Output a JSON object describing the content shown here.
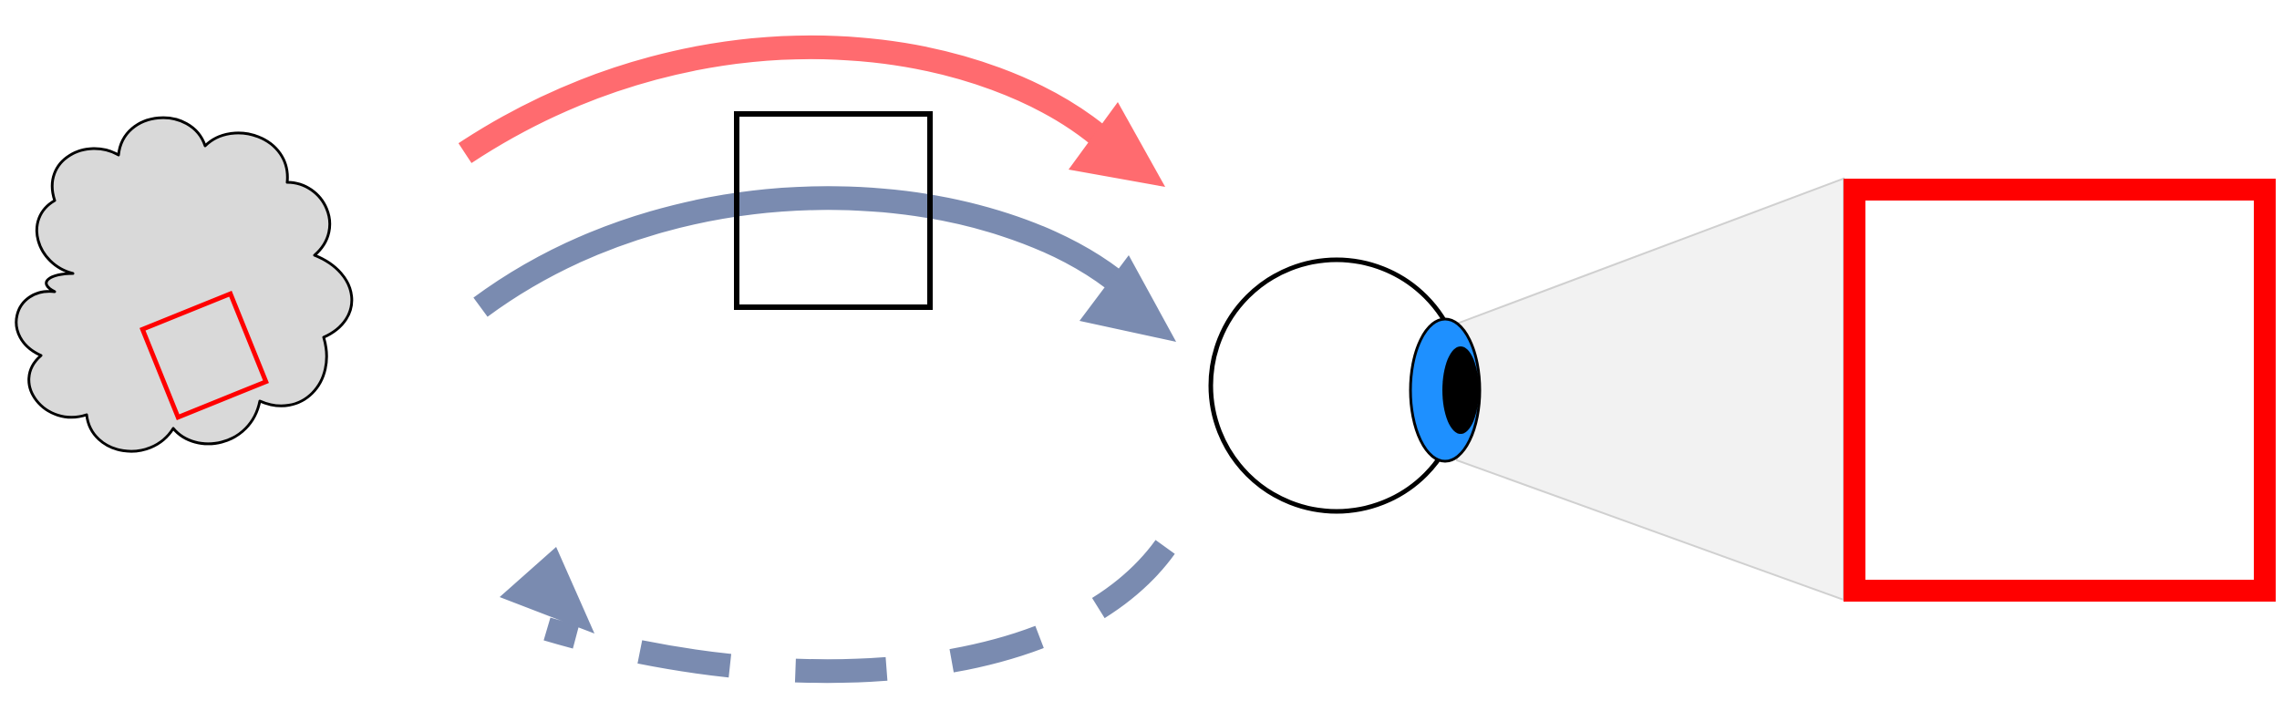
{
  "diagram": {
    "type": "perception-feedback-loop",
    "elements": [
      "cloud-with-tilted-square",
      "red-arrow-top",
      "blue-arrow-middle",
      "dashed-blue-arrow-bottom",
      "black-square-stimulus",
      "eye",
      "view-cone",
      "perceived-red-square"
    ]
  },
  "colors": {
    "red_arrow": "#FF6B6F",
    "blue_arrow": "#7A8BB0",
    "cloud_fill": "#D9D9D9",
    "cloud_stroke": "#000000",
    "red_square": "#FF0000",
    "black_square": "#000000",
    "iris": "#1E90FF",
    "pupil": "#000000",
    "cone_fill": "#F2F2F2",
    "cone_stroke": "#D0D0D0"
  }
}
